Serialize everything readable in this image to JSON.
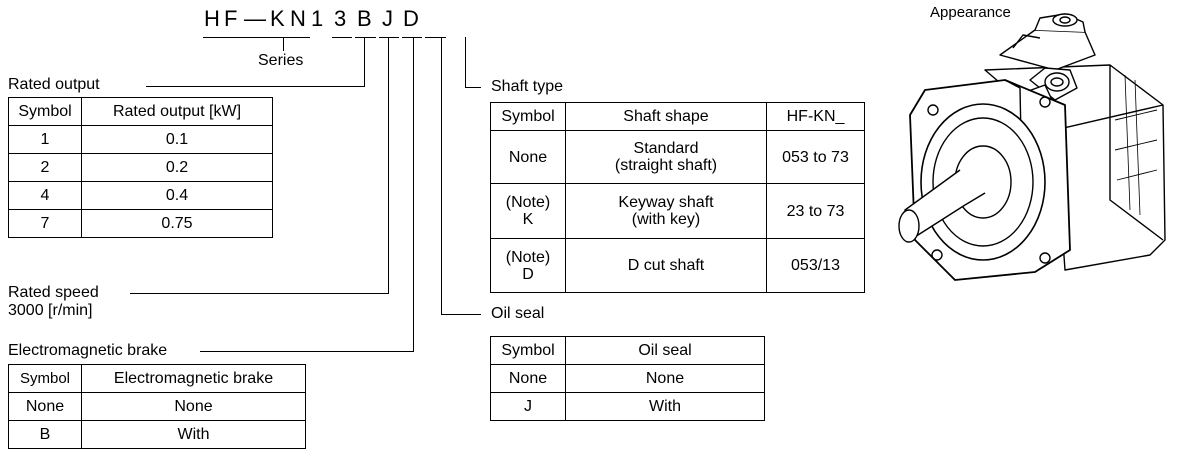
{
  "model_code": {
    "chars": [
      "H",
      "F",
      "—",
      "K",
      "N",
      "1",
      "3",
      "B",
      "J",
      "D"
    ],
    "series_label": "Series"
  },
  "rated_output": {
    "title": "Rated output",
    "headers": [
      "Symbol",
      "Rated output [kW]"
    ],
    "rows": [
      [
        "1",
        "0.1"
      ],
      [
        "2",
        "0.2"
      ],
      [
        "4",
        "0.4"
      ],
      [
        "7",
        "0.75"
      ]
    ]
  },
  "rated_speed": {
    "title": "Rated speed",
    "value": "3000 [r/min]"
  },
  "brake": {
    "title": "Electromagnetic brake",
    "headers": [
      "Symbol",
      "Electromagnetic brake"
    ],
    "rows": [
      [
        "None",
        "None"
      ],
      [
        "B",
        "With"
      ]
    ]
  },
  "shaft_type": {
    "title": "Shaft type",
    "headers": [
      "Symbol",
      "Shaft shape",
      "HF-KN_"
    ],
    "rows": [
      [
        "None",
        "Standard\n(straight shaft)",
        "053 to 73"
      ],
      [
        "(Note)\nK",
        "Keyway shaft\n(with key)",
        "23 to 73"
      ],
      [
        "(Note)\nD",
        "D cut shaft",
        "053/13"
      ]
    ]
  },
  "oil_seal": {
    "title": "Oil seal",
    "headers": [
      "Symbol",
      "Oil seal"
    ],
    "rows": [
      [
        "None",
        "None"
      ],
      [
        "J",
        "With"
      ]
    ]
  },
  "appearance": {
    "title": "Appearance",
    "icon": "servo-motor-icon"
  }
}
